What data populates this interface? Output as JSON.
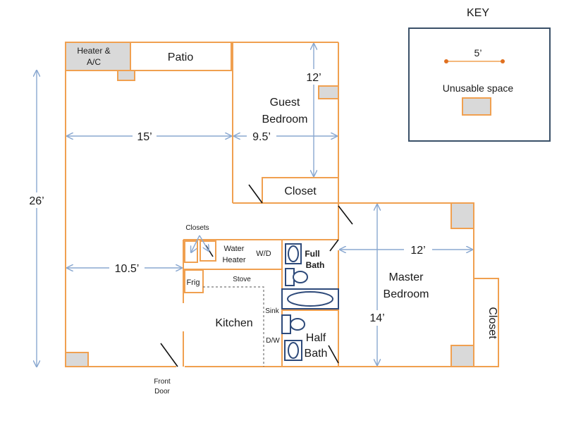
{
  "key": {
    "title": "KEY",
    "scale_label": "5’",
    "unusable_label": "Unusable space"
  },
  "rooms": {
    "heater_line1": "Heater &",
    "heater_line2": "A/C",
    "patio": "Patio",
    "guest_line1": "Guest",
    "guest_line2": "Bedroom",
    "closet_guest": "Closet",
    "closets_small": "Closets",
    "water_heater_line1": "Water",
    "water_heater_line2": "Heater",
    "wd": "W/D",
    "full_bath_line1": "Full",
    "full_bath_line2": "Bath",
    "frig": "Frig",
    "stove": "Stove",
    "sink": "Sink",
    "kitchen": "Kitchen",
    "dw": "D/W",
    "half_bath_line1": "Half",
    "half_bath_line2": "Bath",
    "master_line1": "Master",
    "master_line2": "Bedroom",
    "closet_master": "Closet",
    "front_door_line1": "Front",
    "front_door_line2": "Door"
  },
  "dimensions": {
    "overall_height": "26’",
    "living_width": "15’",
    "guest_width": "9.5’",
    "guest_depth": "12’",
    "living_lower_width": "10.5’",
    "master_width": "12’",
    "master_depth": "14’"
  },
  "colors": {
    "wall": "#f0a050",
    "fixture": "#2e4a7a",
    "dimension": "#8aa8d0",
    "unusable_fill": "#d9d9d9",
    "key_border": "#3a5068",
    "scale_dot": "#e07020"
  }
}
